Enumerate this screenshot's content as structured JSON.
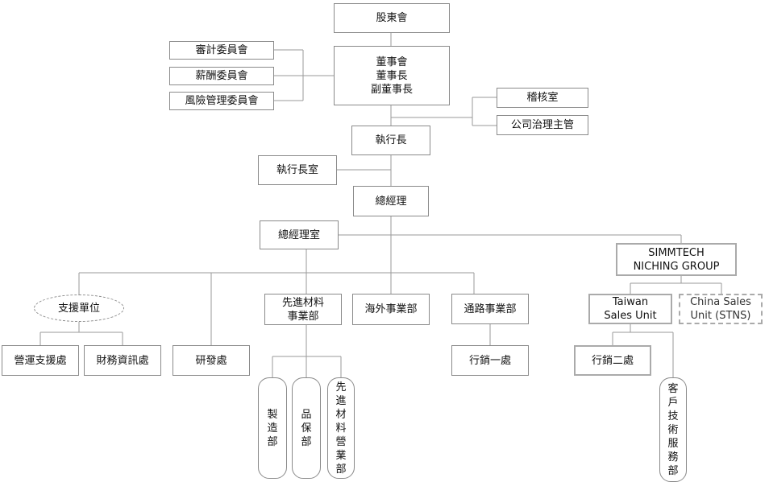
{
  "org_chart": {
    "nodes": {
      "shareholders": "股東會",
      "board": "董事會\n董事長\n副董事長",
      "audit_committee": "審計委員會",
      "compensation_committee": "薪酬委員會",
      "risk_committee": "風險管理委員會",
      "internal_audit": "稽核室",
      "corp_governance": "公司治理主管",
      "ceo": "執行長",
      "ceo_office": "執行長室",
      "gm": "總經理",
      "gm_office": "總經理室",
      "support_units": "支援單位",
      "ops_support": "營運支援處",
      "finance_it": "財務資訊處",
      "rnd": "研發處",
      "advanced_materials": "先進材料\n事業部",
      "overseas": "海外事業部",
      "channel": "通路事業部",
      "marketing_1": "行銷一處",
      "simmtech": "SIMMTECH\nNICHING GROUP",
      "taiwan_sales": "Taiwan\nSales Unit",
      "china_sales": "China Sales\nUnit (STNS)",
      "marketing_2": "行銷二處",
      "customer_tech": "客\n戶\n技\n術\n服\n務\n部",
      "manufacturing": "製\n造\n部",
      "quality": "品\n保\n部",
      "adv_mat_sales": "先\n進\n材\n料\n營\n業\n部"
    }
  }
}
